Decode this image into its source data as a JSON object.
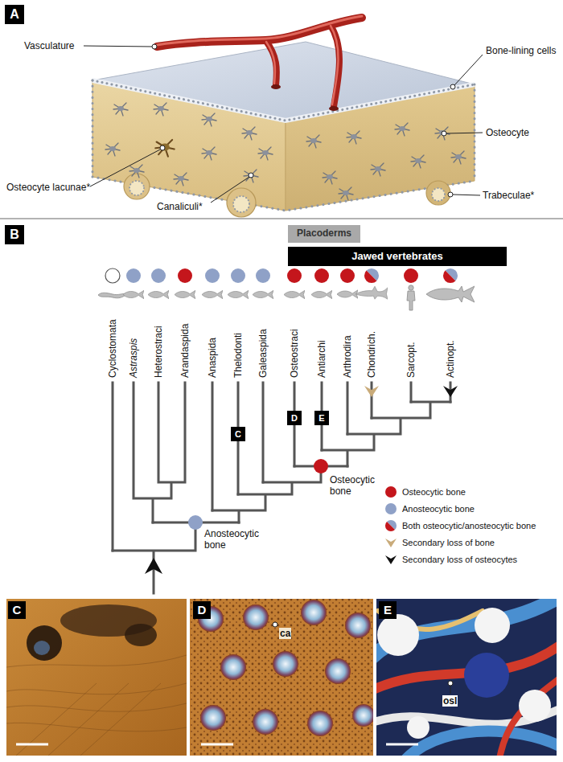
{
  "diagram": {
    "nodes": [
      {
        "text": [
          "A"
        ]
      },
      {
        "text": [
          "B"
        ]
      },
      {
        "text": [
          "Placoderms"
        ]
      },
      {
        "text": [
          "Jawed vertebrates"
        ]
      },
      {
        "text": [
          "C"
        ]
      },
      {
        "text": [
          "D"
        ]
      },
      {
        "text": [
          "E"
        ]
      },
      {
        "text": [
          "C"
        ]
      },
      {
        "text": [
          "D"
        ]
      },
      {
        "text": [
          "E"
        ]
      }
    ],
    "labels": [
      "Vasculature",
      "Bone-lining cells",
      "Osteocyte",
      "Osteocyte lacunae*",
      "Canaliculi*",
      "Trabeculae*",
      "Cyclostomata",
      "Astraspis",
      "Heterostraci",
      "Arandaspida",
      "Anaspida",
      "Thelodonti",
      "Galeaspida",
      "Osteostraci",
      "Antiarchi",
      "Arthrodira",
      "Chondrich.",
      "Sarcopt.",
      "Actinopt.",
      "Osteocytic bone",
      "Anosteocytic bone",
      "ca",
      "osl"
    ],
    "legend": [
      {
        "text": "Osteocytic bone",
        "color": "#c4161c"
      },
      {
        "text": "Anosteocytic bone",
        "color": "#8fa1c7"
      },
      {
        "text": "Both osteocytic/anosteocytic bone"
      },
      {
        "text": "Secondary loss of bone"
      },
      {
        "text": "Secondary loss of osteocytes"
      }
    ]
  }
}
